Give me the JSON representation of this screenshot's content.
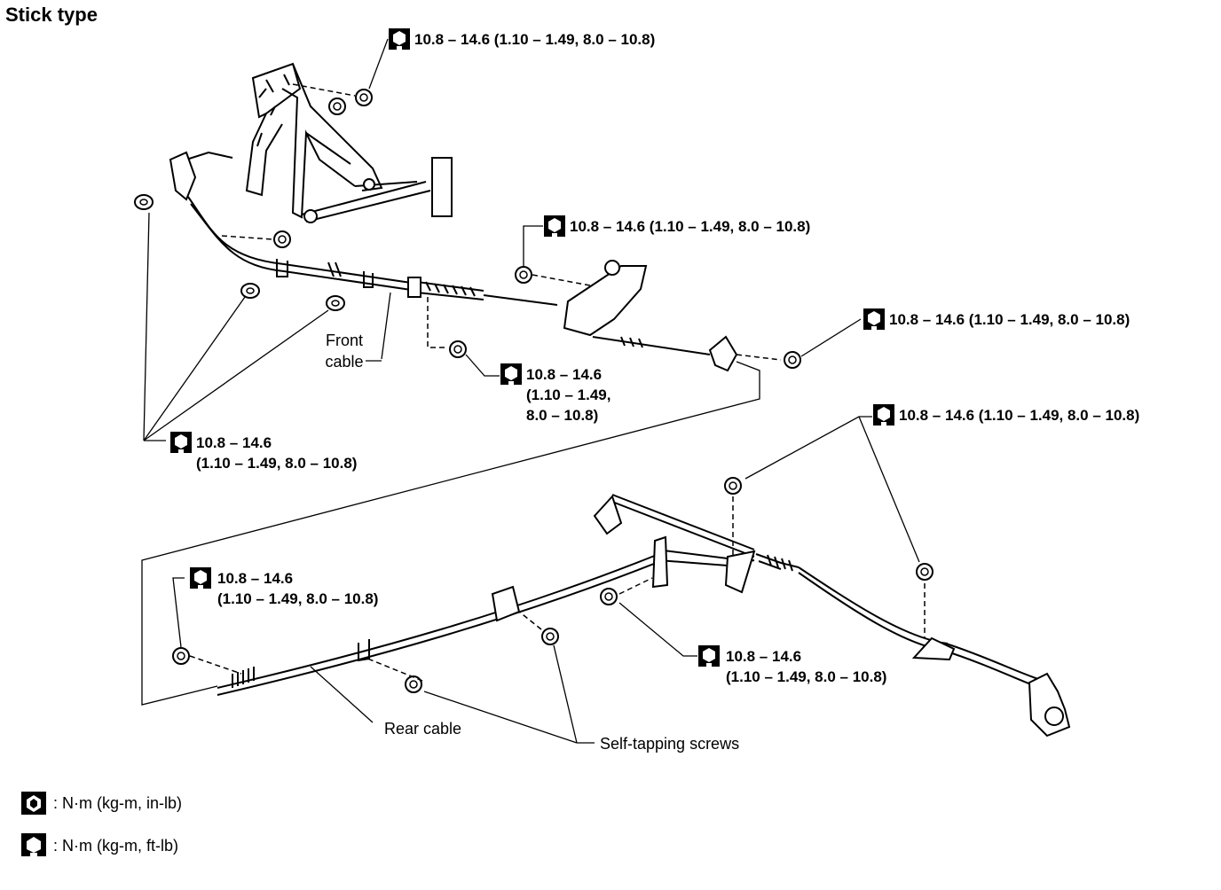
{
  "title": "Stick type",
  "torque": {
    "t1": "10.8 – 14.6 (1.10 – 1.49, 8.0 – 10.8)",
    "t2": "10.8 – 14.6 (1.10 – 1.49, 8.0 – 10.8)",
    "t3": "10.8 – 14.6 (1.10 – 1.49, 8.0 – 10.8)",
    "t4": {
      "line1": "10.8 – 14.6",
      "line2": "(1.10 – 1.49,",
      "line3": "8.0 – 10.8)"
    },
    "t5": {
      "line1": "10.8 – 14.6",
      "line2": "(1.10 – 1.49, 8.0 – 10.8)"
    },
    "t6": "10.8 – 14.6 (1.10 – 1.49, 8.0 – 10.8)",
    "t7": {
      "line1": "10.8 – 14.6",
      "line2": "(1.10 – 1.49, 8.0 – 10.8)"
    },
    "t8": {
      "line1": "10.8 – 14.6",
      "line2": "(1.10 – 1.49, 8.0 – 10.8)"
    }
  },
  "labels": {
    "front_cable": {
      "line1": "Front",
      "line2": "cable"
    },
    "rear_cable": "Rear cable",
    "self_tapping": "Self-tapping screws"
  },
  "legend": {
    "in_lb": ": N·m (kg-m, in-lb)",
    "ft_lb": ": N·m (kg-m, ft-lb)"
  }
}
